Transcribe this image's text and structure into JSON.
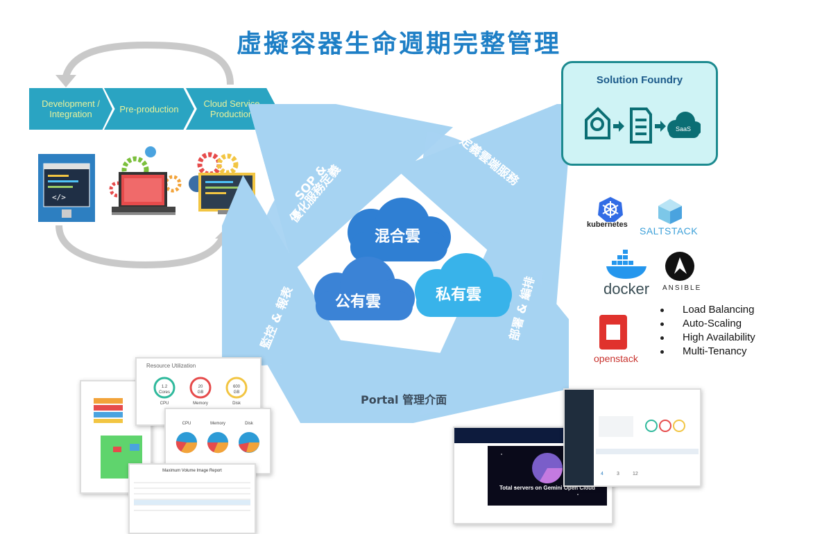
{
  "title": "虛擬容器生命週期完整管理",
  "pipeline": [
    {
      "label": "Development /\nIntegration"
    },
    {
      "label": "Pre-production"
    },
    {
      "label": "Cloud Service\nProduction"
    }
  ],
  "cycle": {
    "arrows": [
      "SOP &",
      "優化服務定義",
      "定義雲端服務",
      "部署 & 編排",
      "Portal 管理介面",
      "監控 & 報表"
    ],
    "clouds": [
      "混合雲",
      "公有雲",
      "私有雲"
    ]
  },
  "solution_foundry": {
    "title": "Solution Foundry",
    "saas": "SaaS"
  },
  "logos": {
    "kubernetes": "kubernetes",
    "saltstack": "SALTSTACK",
    "docker": "docker",
    "ansible": "ANSIBLE",
    "openstack": "openstack"
  },
  "features": [
    "Load Balancing",
    "Auto-Scaling",
    "High Availability",
    "Multi-Tenancy"
  ],
  "screenshots": {
    "resource": {
      "title": "Resource Utilization",
      "gauges": [
        {
          "value": "1.2",
          "unit": "Cores",
          "label": "CPU",
          "color": "#2fb99c"
        },
        {
          "value": "20",
          "unit": "GB",
          "label": "Memory",
          "color": "#e64b4b"
        },
        {
          "value": "600",
          "unit": "GB",
          "label": "Disk",
          "color": "#f2c542"
        }
      ]
    },
    "pies": {
      "labels": [
        "CPU",
        "Memory",
        "Disk"
      ]
    },
    "report": {
      "title": "Maximum Volume Image Report"
    },
    "portal": {
      "caption": "Total servers on Gemini Open Cloud"
    },
    "dashboard": {
      "stats": [
        "4",
        "3",
        "12"
      ]
    }
  },
  "colors": {
    "title": "#1e7fc6",
    "chevron": "#2aa4c2",
    "arrow": "#a6d3f2",
    "cloud_dark": "#2f7fd3",
    "cloud_light": "#38b3ea"
  }
}
